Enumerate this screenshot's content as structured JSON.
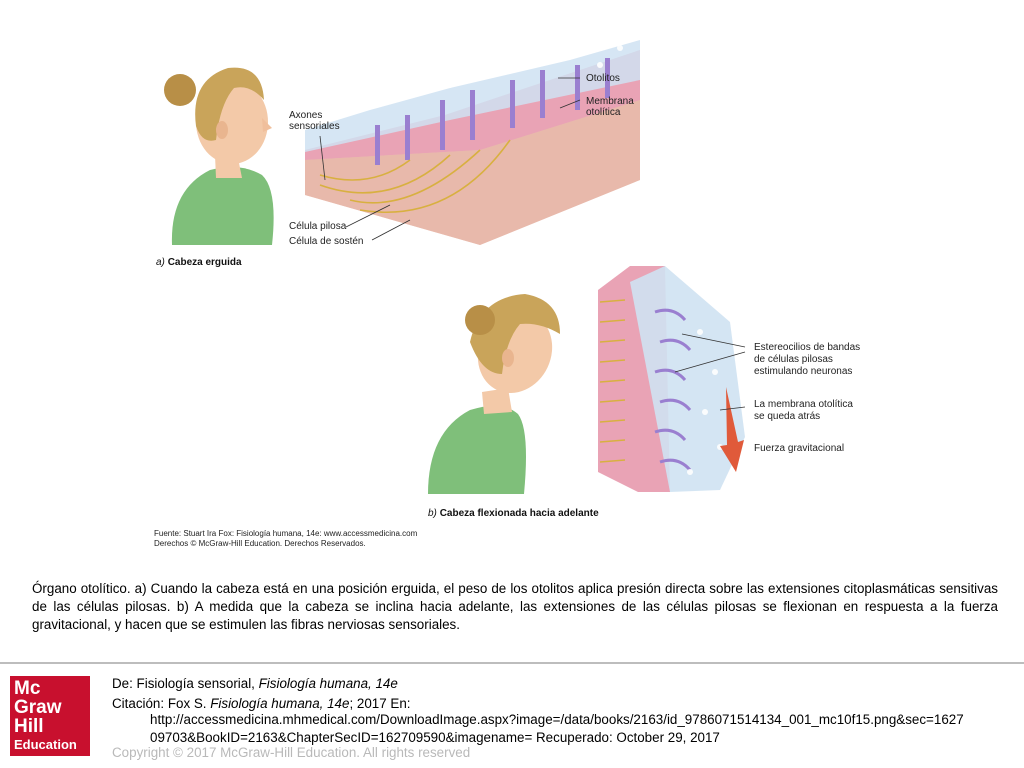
{
  "figure": {
    "labels": {
      "otolitos": "Otolitos",
      "membrana_line1": "Membrana",
      "membrana_line2": "otolítica",
      "axones_line1": "Axones",
      "axones_line2": "sensoriales",
      "celula_pilosa": "Célula pilosa",
      "celula_sosten": "Célula de sostén",
      "estereocilios_line1": "Estereocilios de bandas",
      "estereocilios_line2": "de células pilosas",
      "estereocilios_line3": "estimulando neuronas",
      "membrana_atras_line1": "La membrana otolítica",
      "membrana_atras_line2": "se queda atrás",
      "fuerza": "Fuerza gravitacional"
    },
    "panel_a": {
      "letter": "a)",
      "title": "Cabeza erguida"
    },
    "panel_b": {
      "letter": "b)",
      "title": "Cabeza flexionada hacia adelante"
    },
    "source_line1": "Fuente: Stuart Ira Fox: Fisiología humana, 14e: www.accessmedicina.com",
    "source_line2": "Derechos © McGraw-Hill Education. Derechos Reservados."
  },
  "caption": "Órgano otolítico. a) Cuando la cabeza está en una posición erguida, el peso de los otolitos aplica presión directa sobre las extensiones citoplasmáticas sensitivas de las células pilosas. b) A medida que la cabeza se inclina hacia adelante, las extensiones de las células pilosas se flexionan en respuesta a la fuerza gravitacional, y hacen que se estimulen las fibras nerviosas sensoriales.",
  "footer": {
    "logo": {
      "line1": "Mc",
      "line2": "Graw",
      "line3": "Hill",
      "line4": "Education"
    },
    "de_prefix": "De: Fisiología sensorial, ",
    "de_book": "Fisiología humana, 14e",
    "cita_prefix": "Citación: Fox S. ",
    "cita_book": "Fisiología humana, 14e",
    "cita_suffix": "; 2017 En:",
    "url_line1": "http://accessmedicina.mhmedical.com/DownloadImage.aspx?image=/data/books/2163/id_9786071514134_001_mc10f15.png&sec=1627",
    "url_line2": "09703&BookID=2163&ChapterSecID=162709590&imagename= Recuperado: October 29, 2017",
    "copyright": "Copyright © 2017 McGraw-Hill Education. All rights reserved"
  },
  "colors": {
    "brand_red": "#c8102e",
    "shirt_green": "#7fbf7a",
    "hair": "#c9a45a",
    "skin": "#f3c9a8",
    "tissue_pink": "#e9a3b5",
    "arrow_red": "#e05a3a"
  }
}
